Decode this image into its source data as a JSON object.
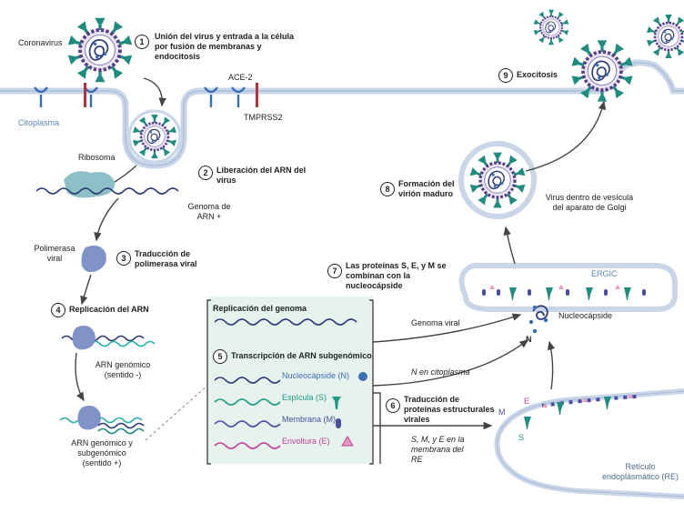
{
  "labels": {
    "coronavirus": "Coronavirus",
    "citoplasma": "Citoplasma",
    "ace2": "ACE-2",
    "tmprss2": "TMPRSS2",
    "ribosoma": "Ribosoma",
    "genoma_arn_1": "Genoma de",
    "genoma_arn_2": "ARN +",
    "polimerasa_1": "Polimerasa",
    "polimerasa_2": "viral",
    "arn_genomico_neg_1": "ARN genómico",
    "arn_genomico_neg_2": "(sentido -)",
    "arn_genomico_pos_1": "ARN genómico y",
    "arn_genomico_pos_2": "subgenómico",
    "arn_genomico_pos_3": "(sentido +)",
    "virus_golgi_1": "Virus dentro de vesícula",
    "virus_golgi_2": "del aparato de Golgi",
    "ergic": "ERGIC",
    "nucleocapside": "Nucleocápside",
    "genoma_viral": "Genoma viral",
    "n_letter": "N",
    "n_citoplasma": "N en citoplasma",
    "s_m_e_1": "S, M, y E en la",
    "s_m_e_2": "membrana del",
    "s_m_e_3": "RE",
    "m_letter": "M",
    "e_letter": "E",
    "s_letter": "S",
    "reticulo_1": "Retículo",
    "reticulo_2": "endoplásmático (RE)"
  },
  "steps": [
    {
      "number": "1",
      "lines": [
        "Unión del virus y entrada a la célula",
        "por fusión de membranas y",
        "endocitosis"
      ]
    },
    {
      "number": "2",
      "lines": [
        "Liberación del ARN del",
        "virus"
      ]
    },
    {
      "number": "3",
      "lines": [
        "Traducción de",
        "polimerasa viral"
      ]
    },
    {
      "number": "4",
      "lines": [
        "Replicación del ARN"
      ]
    },
    {
      "number": "5",
      "lines": [
        "Transcripción de ARN subgenómico"
      ]
    },
    {
      "number": "6",
      "lines": [
        "Traducción de",
        "proteínas estructurales",
        "virales"
      ]
    },
    {
      "number": "7",
      "lines": [
        "Las proteínas S, E, y M se",
        "combinan con la",
        "nucleocápside"
      ]
    },
    {
      "number": "8",
      "lines": [
        "Formación del",
        "virión maduro"
      ]
    },
    {
      "number": "9",
      "lines": [
        "Exocitosis"
      ]
    }
  ],
  "panel": {
    "title": "Replicación del genoma",
    "items": [
      {
        "label": "Nucleocápside (N)",
        "color": "#3a6fb5",
        "icon": "blue-circle-icon"
      },
      {
        "label": "Espícula (S)",
        "color": "#1f9a84",
        "icon": "spike-icon"
      },
      {
        "label": "Membrana (M)",
        "color": "#4a4fa0",
        "icon": "membrane-protein-icon"
      },
      {
        "label": "Envoltura (E)",
        "color": "#c0409a",
        "icon": "triangle-icon"
      }
    ]
  },
  "colors": {
    "membrane": "#c9d6e8",
    "panel_bg": "#e6f2ec",
    "rna_navy": "#2f3d7a",
    "rna_teal": "#27b3a8",
    "spike_green": "#1e8c7e",
    "virus_purple": "#5a3d8a"
  }
}
